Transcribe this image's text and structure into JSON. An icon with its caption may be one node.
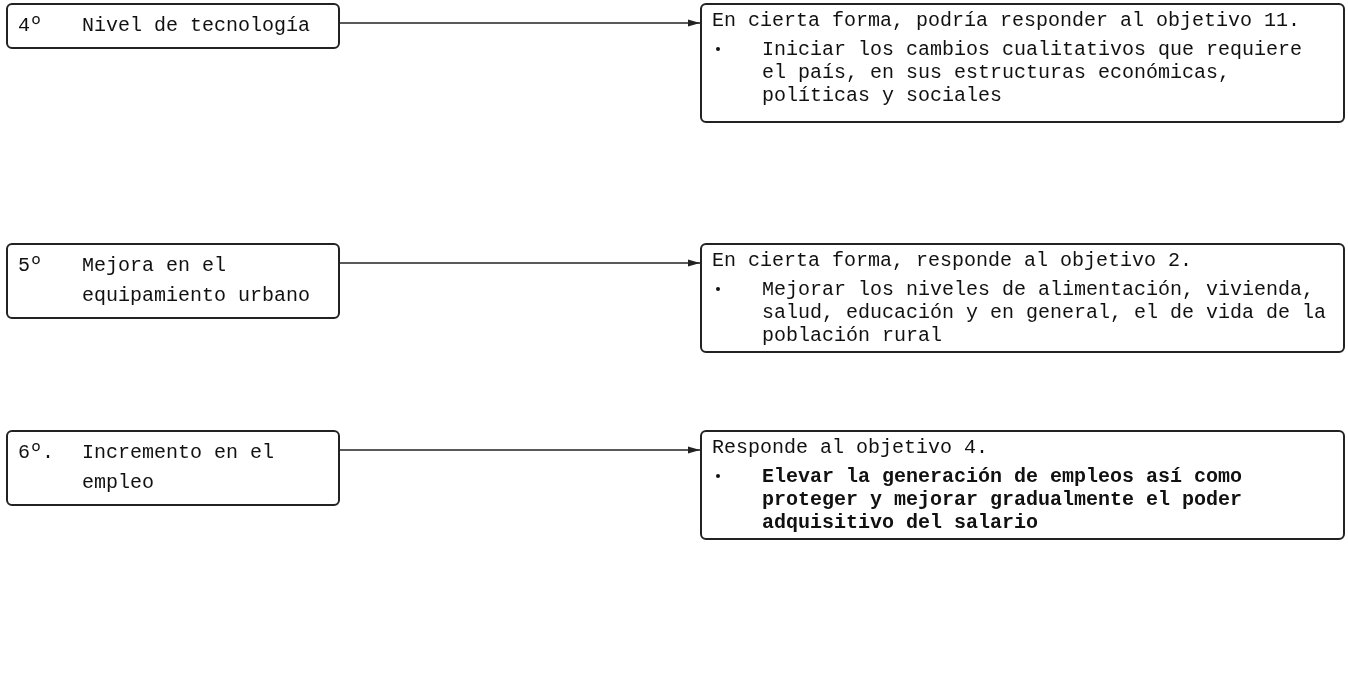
{
  "diagram": {
    "nodes": [
      {
        "text": [
          "4º",
          "Nivel de tecnología"
        ]
      },
      {
        "text": [
          "En cierta forma, podría responder al objetivo 11.",
          "Iniciar los cambios cualitativos que requiere el país, en sus estructuras económicas, políticas y sociales"
        ]
      },
      {
        "text": [
          "5º",
          "Mejora en el equipamiento urbano"
        ]
      },
      {
        "text": [
          "En cierta forma, responde al objetivo 2.",
          "Mejorar los niveles de alimentación, vivienda, salud, educación y en general, el de vida de la población rural"
        ]
      },
      {
        "text": [
          "6º.",
          "Incremento en el empleo"
        ]
      },
      {
        "text": [
          "Responde al objetivo 4.",
          "Elevar la generación de empleos así como proteger y mejorar gradualmente el poder adquisitivo del salario"
        ]
      }
    ],
    "edges": [
      {
        "from": 0,
        "to": 1,
        "arrow": "to"
      },
      {
        "from": 2,
        "to": 3,
        "arrow": "to"
      },
      {
        "from": 4,
        "to": 5,
        "arrow": "to"
      }
    ]
  }
}
